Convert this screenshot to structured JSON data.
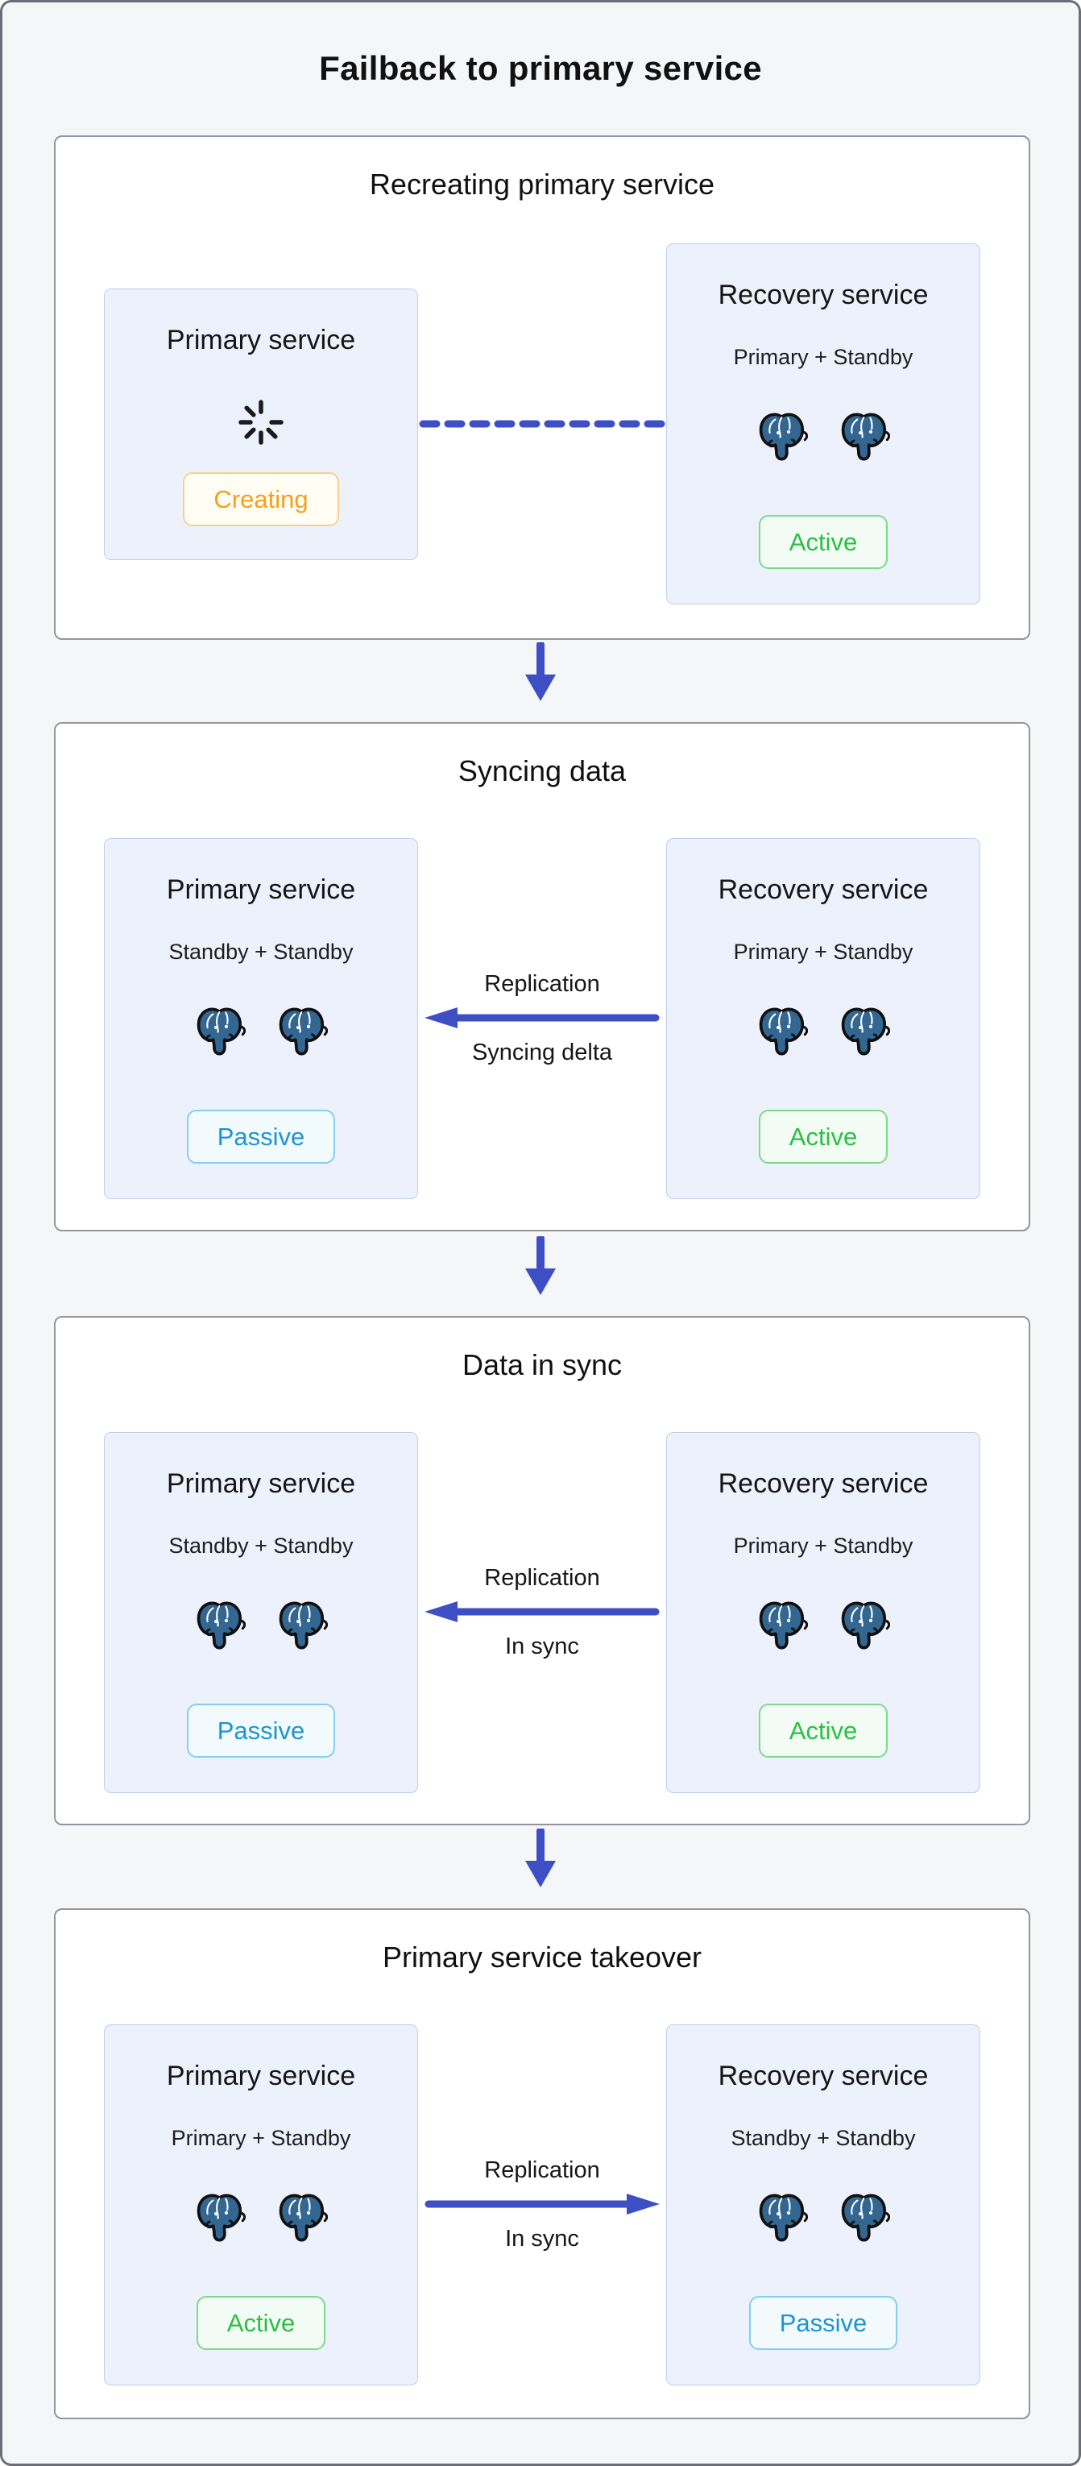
{
  "page": {
    "title": "Failback to primary service"
  },
  "colors": {
    "accent": "#3e4ec5",
    "creating": "#f89e1b",
    "active": "#2abf45",
    "passive": "#1f94d2",
    "canvas_bg": "#f5f6f8",
    "panel_border": "#94949e",
    "outer_border": "#6d6d77",
    "box_bg": "#edf1fb",
    "box_border": "#c2cdec",
    "elephant_blue": "#336791"
  },
  "icons": {
    "database": "postgresql-elephant",
    "loading": "spinner",
    "flow": "arrow-down"
  },
  "stages": [
    {
      "title": "Recreating primary service",
      "left": {
        "title": "Primary service",
        "status": "Creating"
      },
      "connector": {
        "type": "dashed-line"
      },
      "right": {
        "title": "Recovery service",
        "subtitle": "Primary + Standby",
        "status": "Active"
      }
    },
    {
      "title": "Syncing data",
      "left": {
        "title": "Primary service",
        "subtitle": "Standby + Standby",
        "status": "Passive"
      },
      "connector": {
        "type": "arrow-left",
        "label_top": "Replication",
        "label_bottom": "Syncing delta"
      },
      "right": {
        "title": "Recovery service",
        "subtitle": "Primary + Standby",
        "status": "Active"
      }
    },
    {
      "title": "Data in sync",
      "left": {
        "title": "Primary service",
        "subtitle": "Standby + Standby",
        "status": "Passive"
      },
      "connector": {
        "type": "arrow-left",
        "label_top": "Replication",
        "label_bottom": "In sync"
      },
      "right": {
        "title": "Recovery service",
        "subtitle": "Primary + Standby",
        "status": "Active"
      }
    },
    {
      "title": "Primary service takeover",
      "left": {
        "title": "Primary service",
        "subtitle": "Primary + Standby",
        "status": "Active"
      },
      "connector": {
        "type": "arrow-right",
        "label_top": "Replication",
        "label_bottom": "In sync"
      },
      "right": {
        "title": "Recovery service",
        "subtitle": "Standby + Standby",
        "status": "Passive"
      }
    }
  ]
}
